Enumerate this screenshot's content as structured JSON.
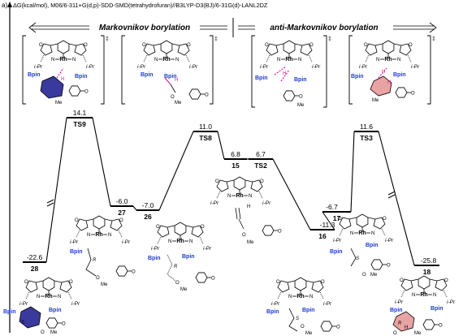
{
  "figure_label": "a)",
  "y_axis_label": "ΔG(kcal/mol), M06/6-311+G(d,p)-SDD-SMD(tetrahydrofuran)//B3LYP-D3(BJ)/6-31G(d)-LANL2DZ",
  "headers": {
    "left": "Markovnikov borylation",
    "right": "anti-Markovnikov borylation"
  },
  "chart_data": {
    "type": "energy_profile",
    "units": "kcal/mol",
    "levels": [
      {
        "id": "28",
        "energy": -22.6,
        "energy_label": "-22.6",
        "name": "28"
      },
      {
        "id": "TS9",
        "energy": 14.1,
        "energy_label": "14.1",
        "name": "TS9"
      },
      {
        "id": "27",
        "energy": -6.0,
        "energy_label": "-6.0",
        "name": "27"
      },
      {
        "id": "26",
        "energy": -7.0,
        "energy_label": "-7.0",
        "name": "26"
      },
      {
        "id": "TS8",
        "energy": 11.0,
        "energy_label": "11.0",
        "name": "TS8"
      },
      {
        "id": "15",
        "energy": 6.8,
        "energy_label": "6.8",
        "name": "15"
      },
      {
        "id": "TS2",
        "energy": 6.7,
        "energy_label": "6.7",
        "name": "TS2"
      },
      {
        "id": "16",
        "energy": -11.3,
        "energy_label": "-11.3",
        "name": "16"
      },
      {
        "id": "17",
        "energy": -6.7,
        "energy_label": "-6.7",
        "name": "17"
      },
      {
        "id": "TS3",
        "energy": 11.6,
        "energy_label": "11.6",
        "name": "TS3"
      },
      {
        "id": "18",
        "energy": -25.8,
        "energy_label": "-25.8",
        "name": "18"
      }
    ]
  },
  "structure_labels": {
    "rh": "Rh",
    "bpin": "Bpin",
    "ipr": "i-Pr",
    "n": "N",
    "o": "O",
    "h": "H",
    "me": "Me",
    "dagger": "‡",
    "r": "R",
    "s": "S"
  },
  "colors": {
    "bpin": "#1f3bd1",
    "hydride": "#e0199a",
    "forming_bond": "#e0199a",
    "ts9_highlight": "#3a3a9e",
    "ts3_highlight": "#e9a3a3"
  }
}
